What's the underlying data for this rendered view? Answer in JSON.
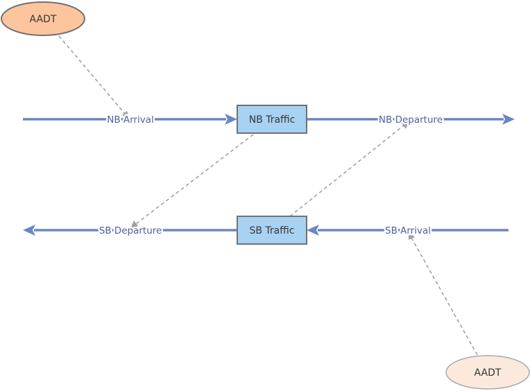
{
  "diagram": {
    "stocks": [
      {
        "id": "nb",
        "label": "NB Traffic"
      },
      {
        "id": "sb",
        "label": "SB Traffic"
      }
    ],
    "flows": [
      {
        "id": "nb_arrival",
        "label": "NB Arrival"
      },
      {
        "id": "nb_departure",
        "label": "NB Departure"
      },
      {
        "id": "sb_departure",
        "label": "SB Departure"
      },
      {
        "id": "sb_arrival",
        "label": "SB Arrival"
      }
    ],
    "auxiliaries": [
      {
        "id": "aadt_1",
        "label": "AADT",
        "color": "#fcc59e"
      },
      {
        "id": "aadt_2",
        "label": "AADT",
        "color": "#fbe9dd"
      }
    ],
    "colors": {
      "flow": "#6a87c0",
      "stock": "#a8d2f2",
      "link": "#a0a0a0"
    }
  }
}
